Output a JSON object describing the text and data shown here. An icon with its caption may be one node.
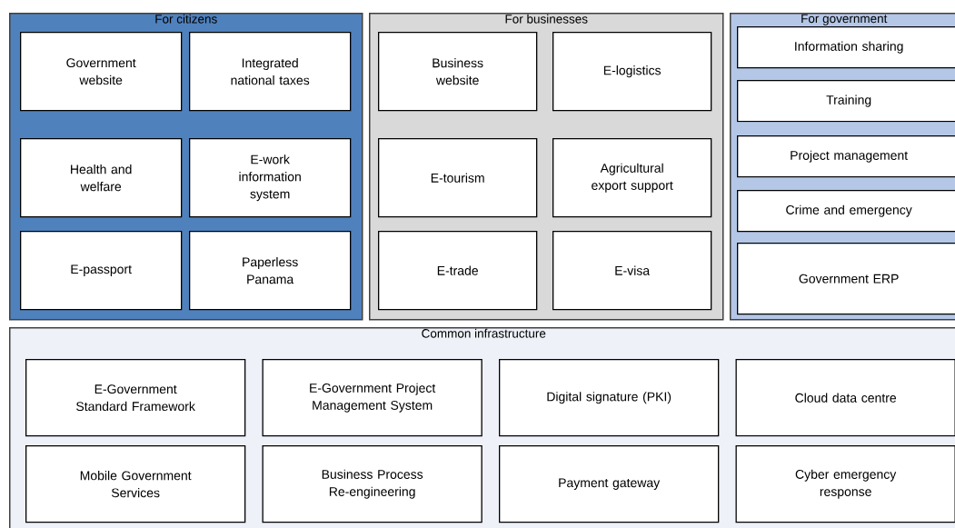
{
  "diagram": {
    "nodes": [
      {
        "text": [
          "For citizens"
        ]
      },
      {
        "text": [
          "Government website"
        ],
        "in": 0
      },
      {
        "text": [
          "Integrated national taxes"
        ],
        "in": 0
      },
      {
        "text": [
          "Health and welfare"
        ],
        "in": 0
      },
      {
        "text": [
          "E-work information system"
        ],
        "in": 0
      },
      {
        "text": [
          "E-passport"
        ],
        "in": 0
      },
      {
        "text": [
          "Paperless Panama"
        ],
        "in": 0
      },
      {
        "text": [
          "For businesses"
        ]
      },
      {
        "text": [
          "Business website"
        ],
        "in": 7
      },
      {
        "text": [
          "E-logistics"
        ],
        "in": 7
      },
      {
        "text": [
          "E-tourism"
        ],
        "in": 7
      },
      {
        "text": [
          "Agricultural export support"
        ],
        "in": 7
      },
      {
        "text": [
          "E-trade"
        ],
        "in": 7
      },
      {
        "text": [
          "E-visa"
        ],
        "in": 7
      },
      {
        "text": [
          "For government"
        ]
      },
      {
        "text": [
          "Information sharing"
        ],
        "in": 14
      },
      {
        "text": [
          "Training"
        ],
        "in": 14
      },
      {
        "text": [
          "Project management"
        ],
        "in": 14
      },
      {
        "text": [
          "Crime and emergency"
        ],
        "in": 14
      },
      {
        "text": [
          "Government ERP"
        ],
        "in": 14
      },
      {
        "text": [
          "Common infrastructure"
        ]
      },
      {
        "text": [
          "E-Government Standard Framework"
        ],
        "in": 20
      },
      {
        "text": [
          "E-Government Project Management System"
        ],
        "in": 20
      },
      {
        "text": [
          "Digital signature (PKI)"
        ],
        "in": 20
      },
      {
        "text": [
          "Cloud data centre"
        ],
        "in": 20
      },
      {
        "text": [
          "Mobile Government Services"
        ],
        "in": 20
      },
      {
        "text": [
          "Business Process Re-engineering"
        ],
        "in": 20
      },
      {
        "text": [
          "Payment gateway"
        ],
        "in": 20
      },
      {
        "text": [
          "Cyber emergency response"
        ],
        "in": 20
      }
    ]
  }
}
